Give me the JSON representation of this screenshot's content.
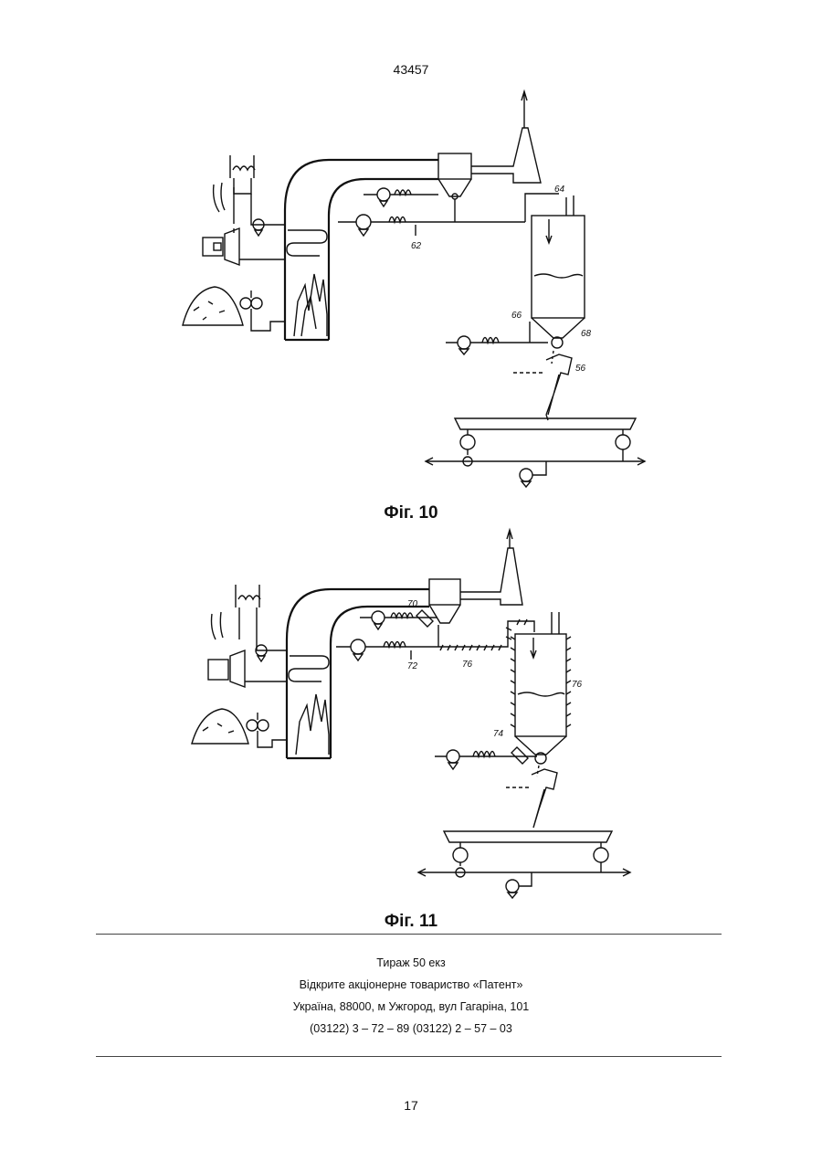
{
  "header": {
    "doc_number": "43457"
  },
  "figures": [
    {
      "caption": "Фіг. 10",
      "labels": {
        "a": "62",
        "b": "64",
        "c": "66",
        "d": "68",
        "e": "56"
      }
    },
    {
      "caption": "Фіг. 11",
      "labels": {
        "a": "70",
        "b": "72",
        "c": "76",
        "d": "76",
        "e": "74"
      }
    }
  ],
  "imprint": {
    "line1": "Тираж 50 екз",
    "line2": "Відкрите акціонерне товариство «Патент»",
    "line3": "Україна, 88000, м  Ужгород, вул  Гагаріна, 101",
    "line4": "(03122) 3 – 72 – 89   (03122) 2 – 57 – 03"
  },
  "footer": {
    "page_number": "17"
  }
}
